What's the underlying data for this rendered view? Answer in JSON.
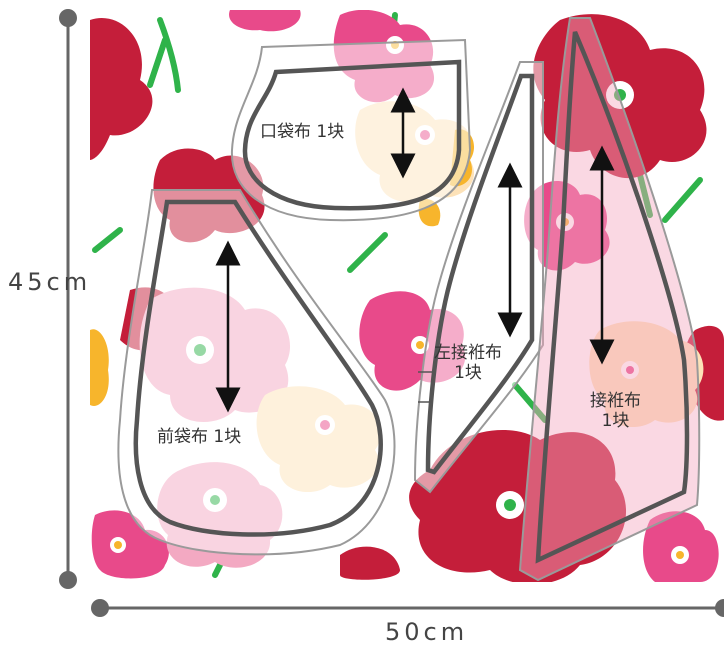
{
  "dimensions": {
    "height_label": "45cm",
    "width_label": "50cm"
  },
  "pieces": {
    "pocket": {
      "name": "口袋布",
      "qty": "1块"
    },
    "front_pocket": {
      "name": "前袋布",
      "qty": "1块"
    },
    "left_gusset": {
      "name": "左接袵布",
      "qty": "1块"
    },
    "gusset": {
      "name": "接袵布",
      "qty": "1块"
    }
  },
  "colors": {
    "red": "#c41e3a",
    "pink": "#e84a8a",
    "light_pink": "#f3a9c2",
    "peach": "#fde2b8",
    "yellow": "#f7b52c",
    "green": "#2fb34a",
    "pattern_line": "#555555",
    "dimension_line": "#666666"
  }
}
